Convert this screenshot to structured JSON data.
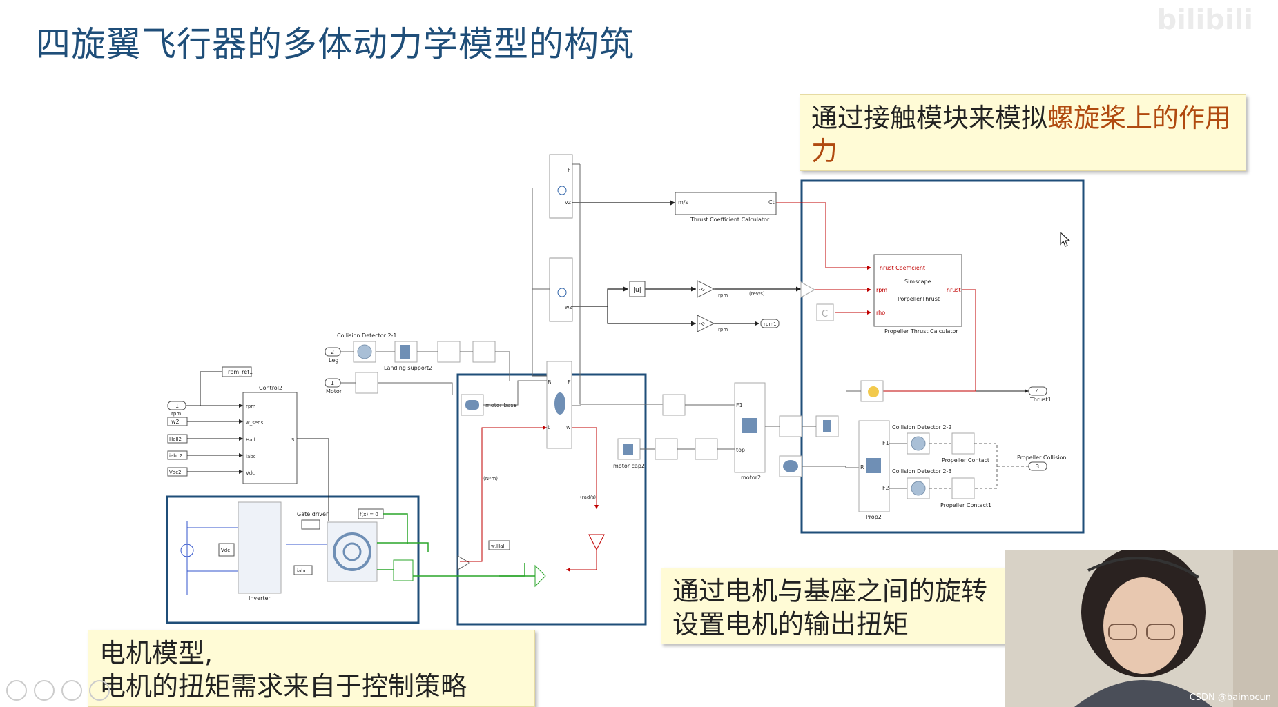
{
  "slide": {
    "title": "四旋翼飞行器的多体动力学模型的构筑",
    "watermark": "bilibili"
  },
  "callouts": {
    "propeller": {
      "prefix": "通过接触模块来模拟",
      "highlight": "螺旋桨上的作用力"
    },
    "joint": {
      "line1": "通过电机与基座之间的旋转",
      "line2": "设置电机的输出扭矩"
    },
    "motor": {
      "line1": "电机模型,",
      "line2": "电机的扭矩需求来自于控制策略"
    }
  },
  "diagram": {
    "blocks": {
      "thrust_coef_calc": "Thrust Coefficient Calculator",
      "thrust_coef_in": "m/s",
      "thrust_coef_out": "Ct",
      "prop_thrust_calc": "Propeller Thrust Calculator",
      "prop_thrust_in1": "Thrust Coefficient",
      "prop_thrust_in2": "rpm",
      "prop_thrust_in3": "rho",
      "prop_thrust_out": "Thrust",
      "prop_thrust_name1": "Simscape",
      "prop_thrust_name2": "PorpellerThrust",
      "abs": "|u|",
      "gain1": "-K-",
      "gain2": "-K-",
      "rpm_label1": "rpm",
      "rpm_label2": "rpm",
      "revs": "(rev/s)",
      "rpm1": "rpm1",
      "const_c": "C",
      "collision_21": "Collision Detector 2-1",
      "leg_num": "2",
      "leg": "Leg",
      "landing": "Landing support2",
      "motor_num": "1",
      "motor": "Motor",
      "motor_base": "motor base",
      "motor_cap2": "motor cap2",
      "motor2": "motor2",
      "rpm_ref1": "rpm_ref1",
      "control2": "Control2",
      "ctrl_in": [
        "rpm",
        "w_sens",
        "Hall",
        "iabc",
        "Vdc"
      ],
      "ctrl_out": "S",
      "src_1": "1",
      "src_rpm": "rpm",
      "src_w2": "w2",
      "src_hall2": "Hall2",
      "src_iabc2": "iabc2",
      "src_vdc2": "Vdc2",
      "gate_driver": "Gate driver",
      "fx0": "f(x) = 0",
      "vdc": "Vdc",
      "iabc": "iabc",
      "inverter": "Inverter",
      "whall": "w,Hall",
      "nm": "(N*m)",
      "rads": "(rad/s)",
      "thrust_num": "4",
      "thrust1": "Thrust1",
      "collision_22": "Collision Detector 2-2",
      "collision_23": "Collision Detector 2-3",
      "prop_contact": "Propeller Contact",
      "prop_contact1": "Propeller Contact1",
      "prop_collision": "Propeller Collision",
      "prop_collision_num": "3",
      "prop2": "Prop2",
      "f1": "F1",
      "f2": "F2",
      "ft": "F",
      "b": "B",
      "r": "R",
      "vz": "vz",
      "wz": "wz",
      "w": "w",
      "t": "t",
      "top": "top"
    }
  },
  "webcam": {
    "credit": "CSDN @baimocun"
  },
  "colors": {
    "title": "#1f4e79",
    "frame": "#1f4e79",
    "highlight": "#b04a10",
    "callout_bg": "#fffbd6",
    "signal": "#c00000",
    "green_wire": "#2aa52a",
    "blue_wire": "#3355cc"
  }
}
